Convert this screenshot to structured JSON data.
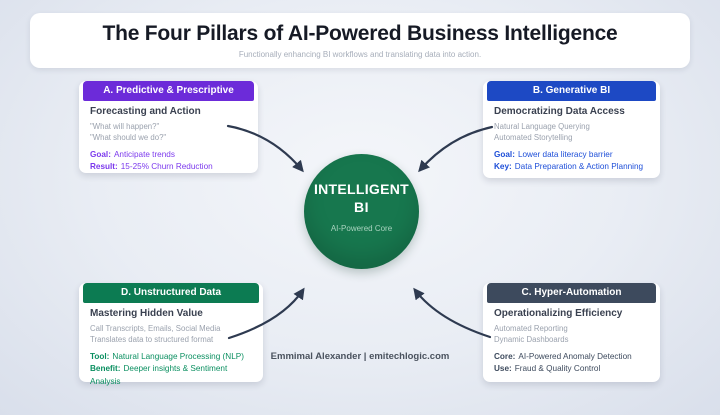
{
  "page": {
    "title": "The Four Pillars of AI-Powered Business Intelligence",
    "subtitle": "Functionally enhancing BI workflows and translating data into action.",
    "attribution": "Emmimal Alexander | emitechlogic.com"
  },
  "center": {
    "title_line1": "INTELLIGENT",
    "title_line2": "BI",
    "caption": "AI-Powered Core",
    "fill": "#17774e"
  },
  "arrow_color": "#2e3a50",
  "pillars": {
    "a": {
      "header": "A. Predictive & Prescriptive",
      "header_bg": "#6c2bd9",
      "accent": "#7c3aed",
      "subheading": "Forecasting and Action",
      "lines": [
        "\"What will happen?\"",
        "\"What should we do?\""
      ],
      "facts": [
        {
          "label": "Goal:",
          "value": "Anticipate trends"
        },
        {
          "label": "Result:",
          "value": "15-25% Churn Reduction"
        }
      ]
    },
    "b": {
      "header": "B. Generative BI",
      "header_bg": "#1d49c4",
      "accent": "#1d4ed8",
      "subheading": "Democratizing Data Access",
      "lines": [
        "Natural Language Querying",
        "Automated Storytelling"
      ],
      "facts": [
        {
          "label": "Goal:",
          "value": "Lower data literacy barrier"
        },
        {
          "label": "Key:",
          "value": "Data Preparation & Action Planning"
        }
      ]
    },
    "c": {
      "header": "C. Hyper-Automation",
      "header_bg": "#3d4a5d",
      "accent": "#3d4a5d",
      "subheading": "Operationalizing Efficiency",
      "lines": [
        "Automated Reporting",
        "Dynamic Dashboards"
      ],
      "facts": [
        {
          "label": "Core:",
          "value": "AI-Powered Anomaly Detection"
        },
        {
          "label": "Use:",
          "value": "Fraud & Quality Control"
        }
      ]
    },
    "d": {
      "header": "D. Unstructured Data",
      "header_bg": "#0c7b52",
      "accent": "#0a8f60",
      "subheading": "Mastering Hidden Value",
      "lines": [
        "Call Transcripts, Emails, Social Media",
        "Translates data to structured format"
      ],
      "facts": [
        {
          "label": "Tool:",
          "value": "Natural Language Processing (NLP)"
        },
        {
          "label": "Benefit:",
          "value": "Deeper insights & Sentiment Analysis"
        }
      ]
    }
  }
}
